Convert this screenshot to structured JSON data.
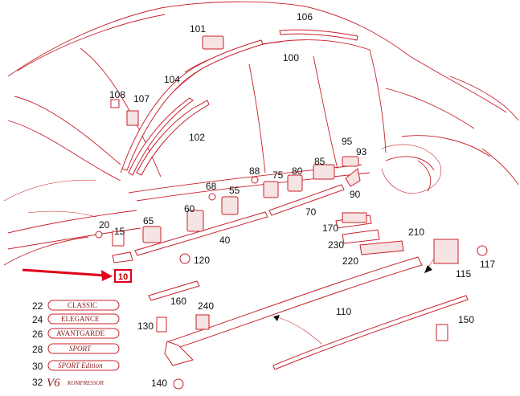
{
  "diagram": {
    "callouts": {
      "p10": "10",
      "p15": "15",
      "p20": "20",
      "p40": "40",
      "p55": "55",
      "p60": "60",
      "p65": "65",
      "p68": "68",
      "p70": "70",
      "p75": "75",
      "p80": "80",
      "p85": "85",
      "p88": "88",
      "p90": "90",
      "p93": "93",
      "p95": "95",
      "p100": "100",
      "p101": "101",
      "p102": "102",
      "p104": "104",
      "p106": "106",
      "p107": "107",
      "p108": "108",
      "p110": "110",
      "p115": "115",
      "p117": "117",
      "p120": "120",
      "p130": "130",
      "p140": "140",
      "p150": "150",
      "p160": "160",
      "p170": "170",
      "p210": "210",
      "p220": "220",
      "p230": "230",
      "p240": "240"
    },
    "badges": [
      {
        "num": "22",
        "text": "CLASSIC"
      },
      {
        "num": "24",
        "text": "ELEGANCE"
      },
      {
        "num": "26",
        "text": "AVANTGARDE"
      },
      {
        "num": "28",
        "text": "SPORT"
      },
      {
        "num": "30",
        "text": "SPORT Edition"
      },
      {
        "num": "32",
        "text": "V6",
        "sub": "KOMPRESSOR"
      }
    ],
    "highlight": {
      "part": "10",
      "arrow_color": "#e0001a"
    },
    "line_color": "#c8202a"
  }
}
